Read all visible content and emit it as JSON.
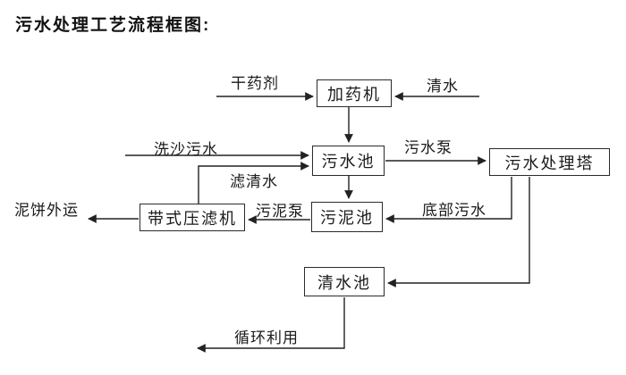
{
  "title": "污水处理工艺流程框图:",
  "diagram": {
    "nodes": {
      "dosing_machine": "加药机",
      "sewage_pool": "污水池",
      "treatment_tower": "污水处理塔",
      "sludge_pool": "污泥池",
      "belt_filter_press": "带式压滤机",
      "clean_water_pool": "清水池"
    },
    "labels": {
      "dry_chemical": "干药剂",
      "clean_water": "清水",
      "sand_washing_sewage": "洗沙污水",
      "sewage_pump": "污水泵",
      "filtered_water": "滤清水",
      "mud_cake_out": "泥饼外运",
      "sludge_pump": "污泥泵",
      "bottom_sewage": "底部污水",
      "recycling": "循环利用"
    },
    "edges": [
      {
        "from": "干药剂",
        "to": "加药机"
      },
      {
        "from": "清水",
        "to": "加药机"
      },
      {
        "from": "加药机",
        "to": "污水池"
      },
      {
        "from": "洗沙污水",
        "to": "污水池"
      },
      {
        "from": "带式压滤机",
        "to": "污水池",
        "label": "滤清水"
      },
      {
        "from": "污水池",
        "to": "污水处理塔",
        "label": "污水泵"
      },
      {
        "from": "污水池",
        "to": "污泥池"
      },
      {
        "from": "污水处理塔",
        "to": "污泥池",
        "label": "底部污水"
      },
      {
        "from": "污泥池",
        "to": "带式压滤机",
        "label": "污泥泵"
      },
      {
        "from": "带式压滤机",
        "to": "泥饼外运"
      },
      {
        "from": "污水处理塔",
        "to": "清水池"
      },
      {
        "from": "清水池",
        "to": "循环利用"
      }
    ],
    "colors": {
      "line": "#222222",
      "text": "#000000",
      "background": "#ffffff"
    }
  }
}
